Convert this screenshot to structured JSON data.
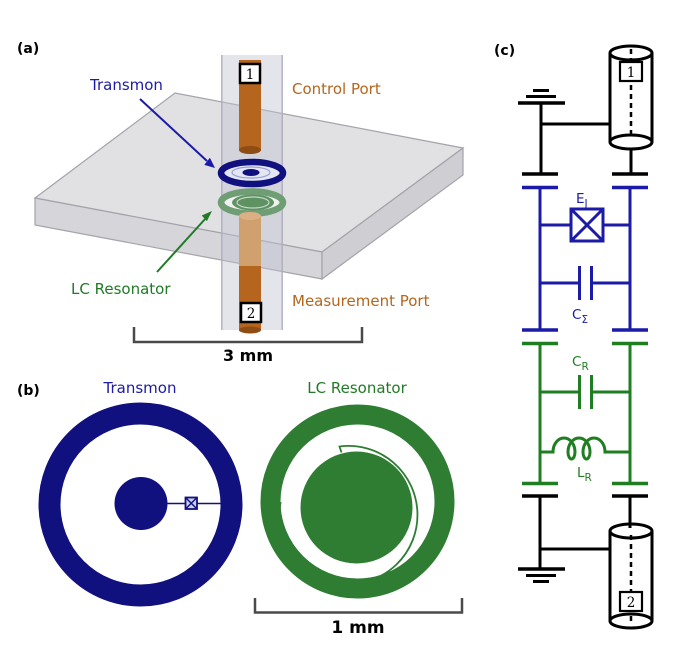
{
  "panel_a": {
    "label": "(a)",
    "annotations": {
      "transmon": "Transmon",
      "control_port": "Control Port",
      "lc_resonator": "LC Resonator",
      "measurement_port": "Measurement Port"
    },
    "port1": "1",
    "port2": "2",
    "scale_label": "3 mm"
  },
  "panel_b": {
    "label": "(b)",
    "transmon_title": "Transmon",
    "resonator_title": "LC Resonator",
    "scale_label": "1 mm"
  },
  "panel_c": {
    "label": "(c)",
    "port1": "1",
    "port2": "2",
    "components": {
      "josephson_energy": {
        "symbol": "E",
        "subscript": "J"
      },
      "shunt_capacitance": {
        "symbol": "C",
        "subscript": "Σ"
      },
      "resonator_capacitance": {
        "symbol": "C",
        "subscript": "R"
      },
      "resonator_inductance": {
        "symbol": "L",
        "subscript": "R"
      }
    }
  },
  "colors": {
    "circuit_blue": "#1b1ba8",
    "navy_fill": "#10107e",
    "circuit_green": "#1f7d22",
    "label_green": "#217a26",
    "green_fill": "#2e7d33",
    "orange": "#b5651d",
    "scalebar_gray": "#4a4a4a"
  }
}
